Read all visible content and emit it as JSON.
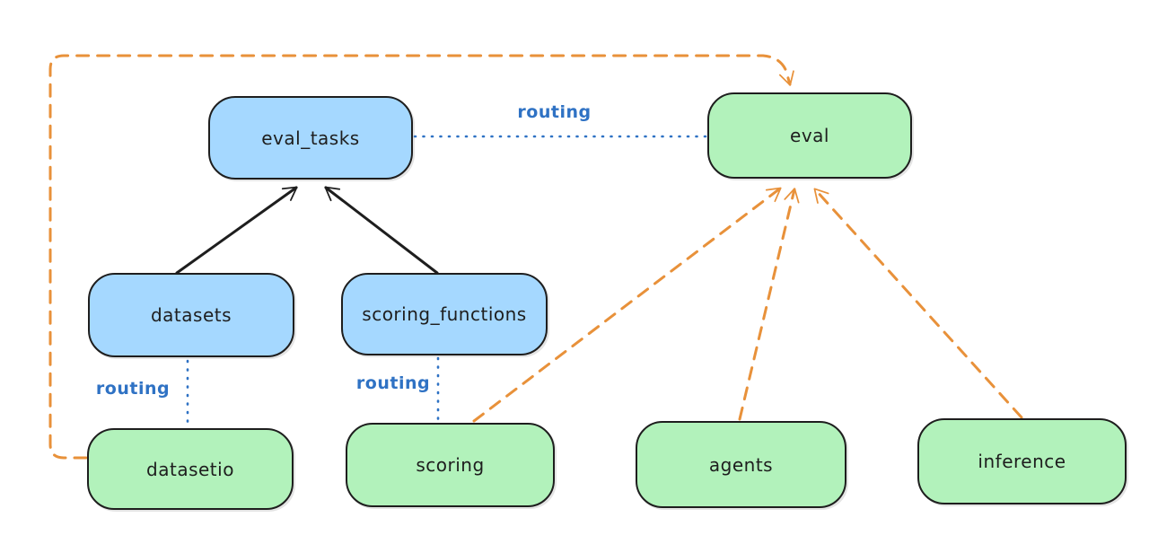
{
  "nodes": {
    "eval_tasks": {
      "label": "eval_tasks",
      "fill": "#a5d8ff"
    },
    "eval": {
      "label": "eval",
      "fill": "#b2f2bb"
    },
    "datasets": {
      "label": "datasets",
      "fill": "#a5d8ff"
    },
    "scoring_functions": {
      "label": "scoring_functions",
      "fill": "#a5d8ff"
    },
    "datasetio": {
      "label": "datasetio",
      "fill": "#b2f2bb"
    },
    "scoring": {
      "label": "scoring",
      "fill": "#b2f2bb"
    },
    "agents": {
      "label": "agents",
      "fill": "#b2f2bb"
    },
    "inference": {
      "label": "inference",
      "fill": "#b2f2bb"
    }
  },
  "edges": {
    "eval_tasks_to_eval": {
      "label": "routing",
      "style": "dotted",
      "color": "#2f72c4"
    },
    "datasets_to_datasetio": {
      "label": "routing",
      "style": "dotted",
      "color": "#2f72c4"
    },
    "scoring_functions_to_scoring": {
      "label": "routing",
      "style": "dotted",
      "color": "#2f72c4"
    },
    "datasets_to_eval_tasks": {
      "style": "solid-arrow",
      "color": "#1e1e1e"
    },
    "scoring_functions_to_eval_tasks": {
      "style": "solid-arrow",
      "color": "#1e1e1e"
    },
    "datasetio_to_eval": {
      "style": "dashed-arrow",
      "color": "#e8913a"
    },
    "scoring_to_eval": {
      "style": "dashed-arrow",
      "color": "#e8913a"
    },
    "agents_to_eval": {
      "style": "dashed-arrow",
      "color": "#e8913a"
    },
    "inference_to_eval": {
      "style": "dashed-arrow",
      "color": "#e8913a"
    }
  },
  "colors": {
    "background": "#ffffff",
    "node_stroke": "#1e1e1e",
    "node_blue_fill": "#a5d8ff",
    "node_green_fill": "#b2f2bb",
    "routing_blue": "#2f72c4",
    "arrow_orange": "#e8913a",
    "arrow_black": "#1e1e1e"
  }
}
